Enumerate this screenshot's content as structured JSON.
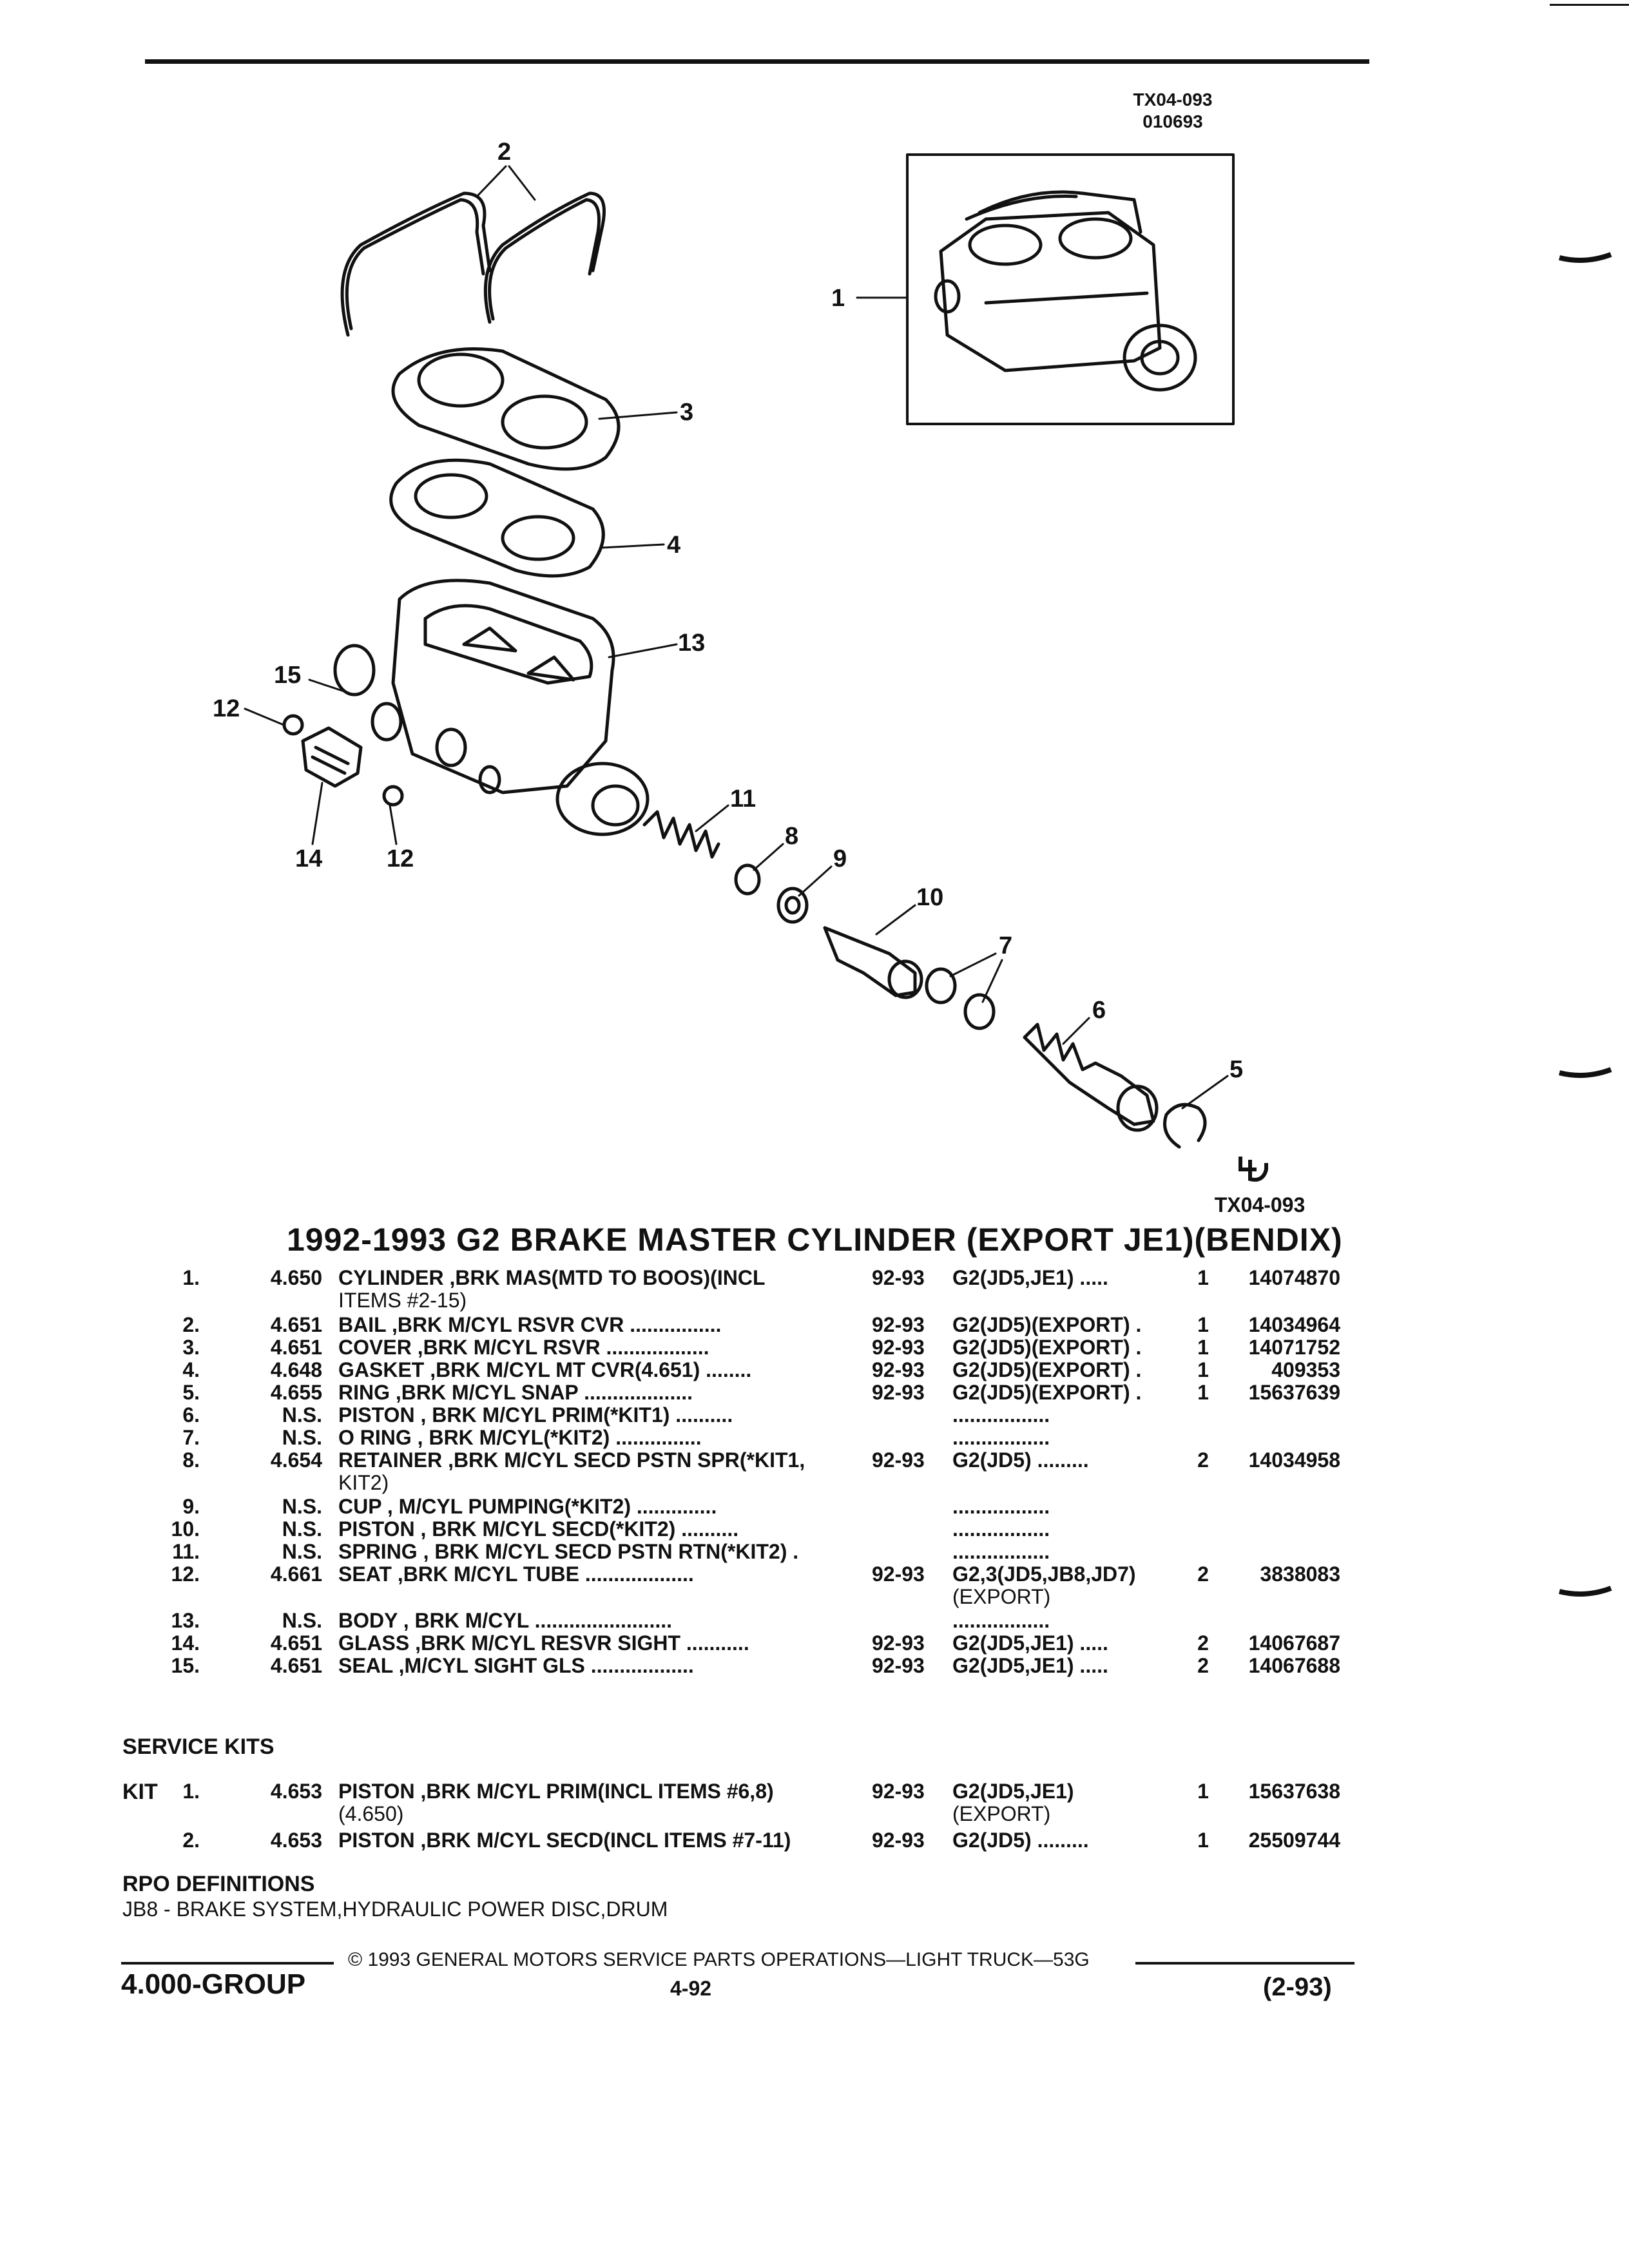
{
  "figure": {
    "code_top": "TX04-093",
    "code_top_sub": "010693",
    "code_bottom": "TX04-093",
    "callouts": [
      "1",
      "2",
      "3",
      "4",
      "5",
      "6",
      "7",
      "8",
      "9",
      "10",
      "11",
      "12",
      "12",
      "13",
      "14",
      "15"
    ]
  },
  "title": "1992-1993 G2 BRAKE MASTER CYLINDER (EXPORT JE1)(BENDIX)",
  "parts": [
    {
      "idx": "1.",
      "group": "4.650",
      "desc": "CYLINDER ,BRK MAS(MTD TO BOOS)(INCL",
      "year": "92-93",
      "usage": "G2(JD5,JE1) .....",
      "qty": "1",
      "part": "14074870",
      "cont": "ITEMS #2-15)"
    },
    {
      "idx": "2.",
      "group": "4.651",
      "desc": "BAIL ,BRK M/CYL RSVR CVR ................",
      "year": "92-93",
      "usage": "G2(JD5)(EXPORT) .",
      "qty": "1",
      "part": "14034964"
    },
    {
      "idx": "3.",
      "group": "4.651",
      "desc": "COVER ,BRK M/CYL RSVR ..................",
      "year": "92-93",
      "usage": "G2(JD5)(EXPORT) .",
      "qty": "1",
      "part": "14071752"
    },
    {
      "idx": "4.",
      "group": "4.648",
      "desc": "GASKET ,BRK M/CYL MT CVR(4.651) ........",
      "year": "92-93",
      "usage": "G2(JD5)(EXPORT) .",
      "qty": "1",
      "part": "409353"
    },
    {
      "idx": "5.",
      "group": "4.655",
      "desc": "RING ,BRK M/CYL SNAP ...................",
      "year": "92-93",
      "usage": "G2(JD5)(EXPORT) .",
      "qty": "1",
      "part": "15637639"
    },
    {
      "idx": "6.",
      "group": "N.S.",
      "desc": "PISTON , BRK M/CYL PRIM(*KIT1) ..........",
      "year": "",
      "usage": ".................",
      "qty": "",
      "part": ""
    },
    {
      "idx": "7.",
      "group": "N.S.",
      "desc": "O RING , BRK M/CYL(*KIT2) ...............",
      "year": "",
      "usage": ".................",
      "qty": "",
      "part": ""
    },
    {
      "idx": "8.",
      "group": "4.654",
      "desc": "RETAINER ,BRK M/CYL SECD PSTN SPR(*KIT1,",
      "year": "92-93",
      "usage": "G2(JD5) .........",
      "qty": "2",
      "part": "14034958",
      "cont": "KIT2)"
    },
    {
      "idx": "9.",
      "group": "N.S.",
      "desc": "CUP , M/CYL PUMPING(*KIT2) ..............",
      "year": "",
      "usage": ".................",
      "qty": "",
      "part": ""
    },
    {
      "idx": "10.",
      "group": "N.S.",
      "desc": "PISTON , BRK M/CYL SECD(*KIT2) ..........",
      "year": "",
      "usage": ".................",
      "qty": "",
      "part": ""
    },
    {
      "idx": "11.",
      "group": "N.S.",
      "desc": "SPRING , BRK M/CYL SECD PSTN RTN(*KIT2) .",
      "year": "",
      "usage": ".................",
      "qty": "",
      "part": ""
    },
    {
      "idx": "12.",
      "group": "4.661",
      "desc": "SEAT ,BRK M/CYL TUBE ...................",
      "year": "92-93",
      "usage": "G2,3(JD5,JB8,JD7)",
      "qty": "2",
      "part": "3838083",
      "cont_usage": "(EXPORT)"
    },
    {
      "idx": "13.",
      "group": "N.S.",
      "desc": "BODY , BRK M/CYL ........................",
      "year": "",
      "usage": ".................",
      "qty": "",
      "part": ""
    },
    {
      "idx": "14.",
      "group": "4.651",
      "desc": "GLASS ,BRK M/CYL RESVR SIGHT ...........",
      "year": "92-93",
      "usage": "G2(JD5,JE1) .....",
      "qty": "2",
      "part": "14067687"
    },
    {
      "idx": "15.",
      "group": "4.651",
      "desc": "SEAL ,M/CYL SIGHT GLS ..................",
      "year": "92-93",
      "usage": "G2(JD5,JE1) .....",
      "qty": "2",
      "part": "14067688"
    }
  ],
  "service_kits": {
    "heading": "SERVICE KITS",
    "kit_label": "KIT",
    "items": [
      {
        "idx": "1.",
        "group": "4.653",
        "desc": "PISTON ,BRK M/CYL PRIM(INCL ITEMS #6,8)",
        "cont": "(4.650)",
        "year": "92-93",
        "usage": "G2(JD5,JE1)",
        "cont_usage": "(EXPORT)",
        "qty": "1",
        "part": "15637638"
      },
      {
        "idx": "2.",
        "group": "4.653",
        "desc": "PISTON ,BRK M/CYL SECD(INCL ITEMS #7-11)",
        "year": "92-93",
        "usage": "G2(JD5) .........",
        "qty": "1",
        "part": "25509744"
      }
    ]
  },
  "rpo": {
    "heading": "RPO DEFINITIONS",
    "line": "JB8 - BRAKE SYSTEM,HYDRAULIC POWER DISC,DRUM"
  },
  "footer": {
    "copyright": "© 1993 GENERAL MOTORS SERVICE PARTS OPERATIONS—LIGHT TRUCK—53G",
    "group": "4.000-GROUP",
    "page": "4-92",
    "date": "(2-93)"
  }
}
